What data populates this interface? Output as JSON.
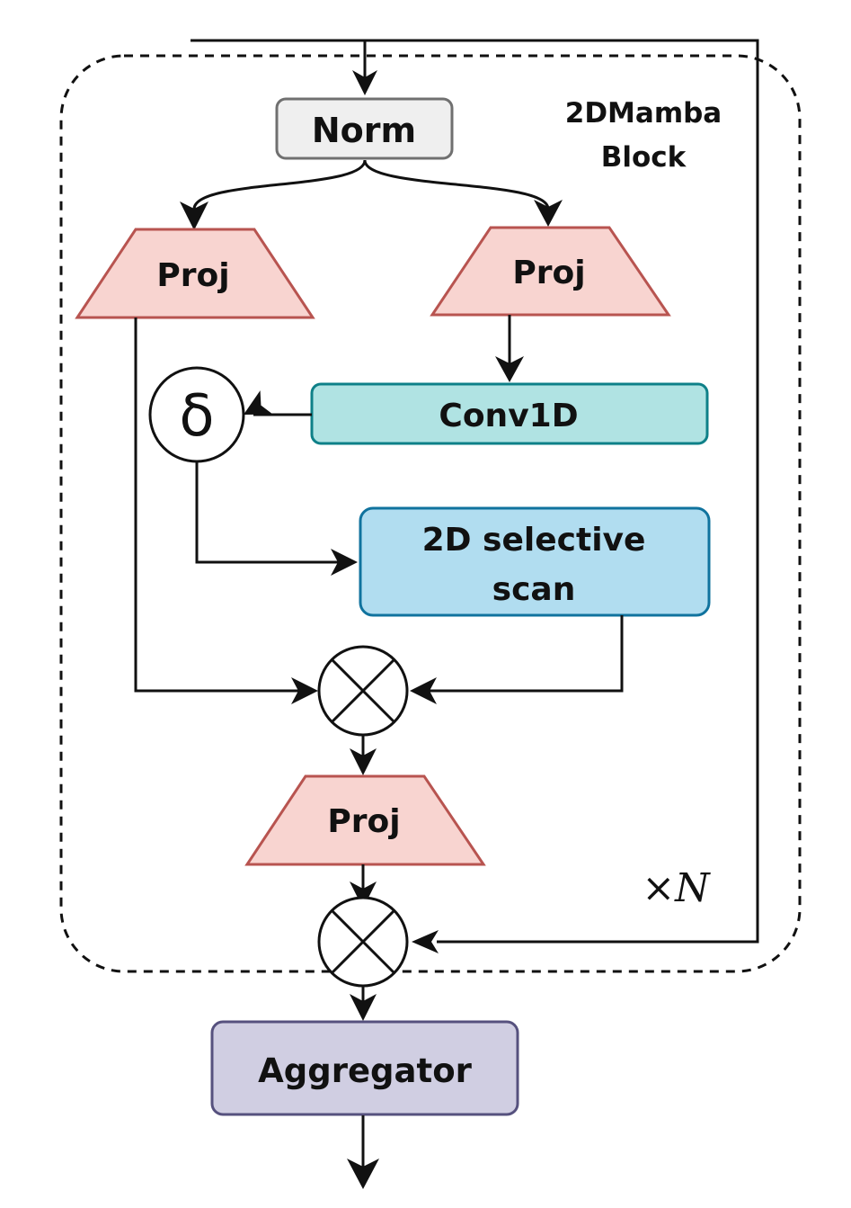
{
  "block": {
    "title_line1": "2DMamba",
    "title_line2": "Block",
    "repeat_label": "×N"
  },
  "nodes": {
    "norm": "Norm",
    "proj_left": "Proj",
    "proj_right": "Proj",
    "conv": "Conv1D",
    "delta": "δ",
    "scan_line1": "2D selective",
    "scan_line2": "scan",
    "proj_bottom": "Proj",
    "aggregator": "Aggregator"
  },
  "colors": {
    "norm_fill": "#efefef",
    "norm_stroke": "#707070",
    "proj_fill": "#f8d4d0",
    "proj_stroke": "#b85450",
    "conv_fill": "#b0e3e3",
    "conv_stroke": "#0e8088",
    "scan_fill": "#b1ddf0",
    "scan_stroke": "#10739e",
    "agg_fill": "#d0cee2",
    "agg_stroke": "#56517e"
  }
}
